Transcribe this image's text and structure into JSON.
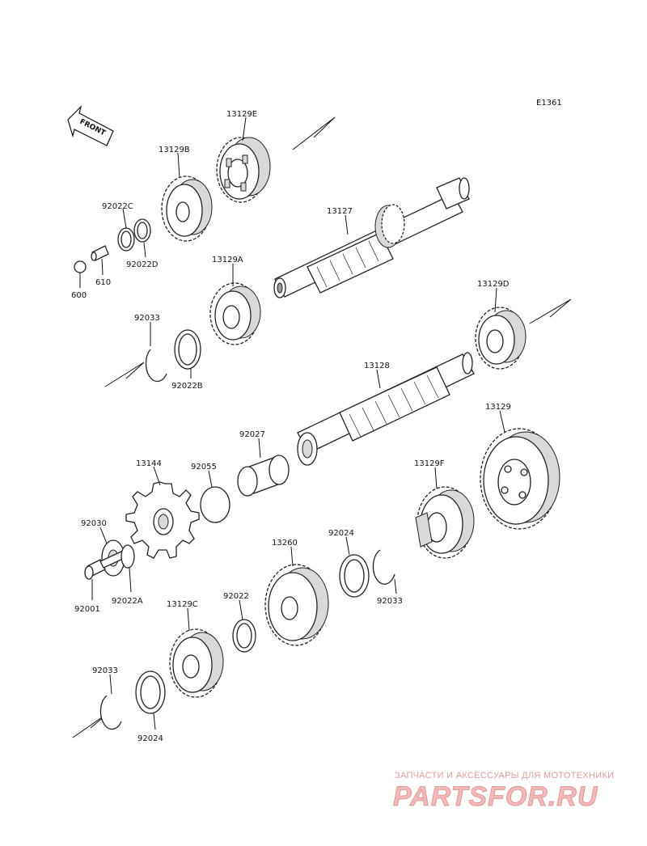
{
  "diagram_code": "E1361",
  "front_label": "FRONT",
  "parts": {
    "p13129E": "13129E",
    "p13129B": "13129B",
    "p92022C": "92022C",
    "p92022D": "92022D",
    "p610": "610",
    "p600": "600",
    "p13127": "13127",
    "p13129A": "13129A",
    "p13129D": "13129D",
    "p92033a": "92033",
    "p92022B": "92022B",
    "p13128": "13128",
    "p92027": "92027",
    "p13129": "13129",
    "p13144": "13144",
    "p92055": "92055",
    "p13129F": "13129F",
    "p92030": "92030",
    "p92024a": "92024",
    "p13260": "13260",
    "p92001": "92001",
    "p92022A": "92022A",
    "p92033b": "92033",
    "p13129C": "13129C",
    "p92022": "92022",
    "p92033c": "92033",
    "p92024b": "92024"
  },
  "watermark": {
    "tagline": "ЗАПЧАСТИ И АКСЕССУАРЫ ДЛЯ МОТОТЕХНИКИ",
    "brand": "PARTSFOR.RU"
  }
}
